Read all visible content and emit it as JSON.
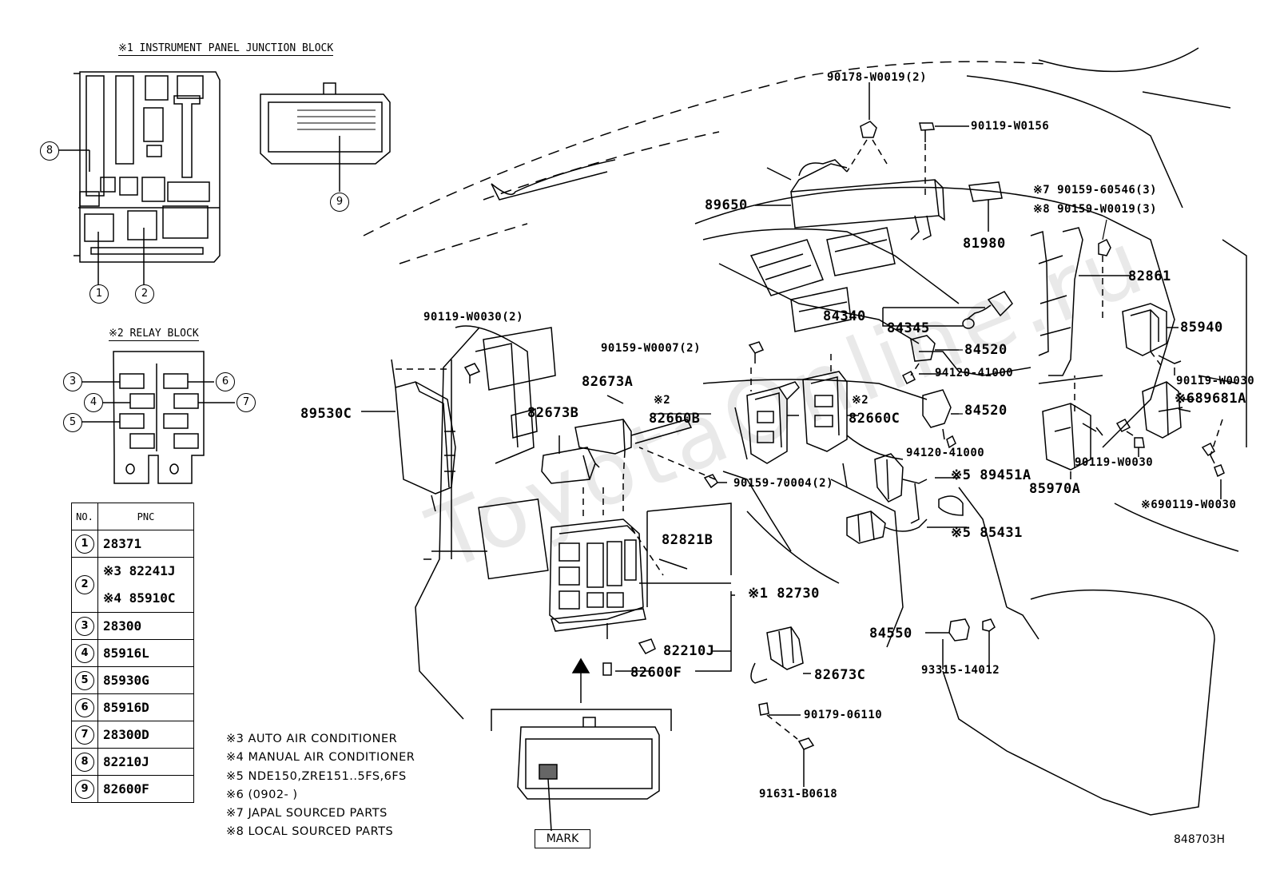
{
  "headers": {
    "junction_block": "※1 INSTRUMENT PANEL JUNCTION BLOCK",
    "relay_block": "※2 RELAY BLOCK"
  },
  "circles": [
    "1",
    "2",
    "3",
    "4",
    "5",
    "6",
    "7",
    "8",
    "9"
  ],
  "table": {
    "col_no": "NO.",
    "col_pnc": "PNC",
    "rows": [
      {
        "no": "1",
        "pnc": "28371"
      },
      {
        "no": "2",
        "pnc": "※3 82241J",
        "pnc2": "※4 85910C"
      },
      {
        "no": "3",
        "pnc": "28300"
      },
      {
        "no": "4",
        "pnc": "85916L"
      },
      {
        "no": "5",
        "pnc": "85930G"
      },
      {
        "no": "6",
        "pnc": "85916D"
      },
      {
        "no": "7",
        "pnc": "28300D"
      },
      {
        "no": "8",
        "pnc": "82210J"
      },
      {
        "no": "9",
        "pnc": "82600F"
      }
    ]
  },
  "notes": [
    "※3  AUTO AIR CONDITIONER",
    "※4  MANUAL AIR CONDITIONER",
    "※5  NDE150,ZRE151..5FS,6FS",
    "※6  (0902-        )",
    "※7  JAPAL SOURCED PARTS",
    "※8  LOCAL SOURCED PARTS"
  ],
  "mark_label": "MARK",
  "drawing_code": "848703H",
  "watermark": "ToyotaOnline.ru",
  "parts": {
    "p90178": "90178-W0019(2)",
    "p90119_0156": "90119-W0156",
    "p89650": "89650",
    "p81980": "81980",
    "p90159_60546": "※7 90159-60546(3)",
    "p90159_0019": "※8 90159-W0019(3)",
    "p82861": "82861",
    "p84340": "84340",
    "p84345": "84345",
    "p85940": "85940",
    "p84520a": "84520",
    "p94120a": "94120-41000",
    "p90119_0030r": "90119-W0030",
    "p89681a": "※689681A",
    "p84520b": "84520",
    "p94120b": "94120-41000",
    "p90119_0030b": "90119-W0030",
    "p85970a": "85970A",
    "p90119_0030s": "※690119-W0030",
    "p89451a": "※5 89451A",
    "p85431": "※5 85431",
    "p90119_0030_2": "90119-W0030(2)",
    "p90159_0007": "90159-W0007(2)",
    "p82673a": "82673A",
    "p82673b": "82673B",
    "p82660b_note": "※2",
    "p82660b": "82660B",
    "p82660c_note": "※2",
    "p82660c": "82660C",
    "p89530c": "89530C",
    "p90159_70004": "90159-70004(2)",
    "p82821b": "82821B",
    "p82730": "※1 82730",
    "p82210j": "82210J",
    "p82600f": "82600F",
    "p82673c": "82673C",
    "p84550": "84550",
    "p93315": "93315-14012",
    "p90179": "90179-06110",
    "p91631": "91631-B0618"
  }
}
